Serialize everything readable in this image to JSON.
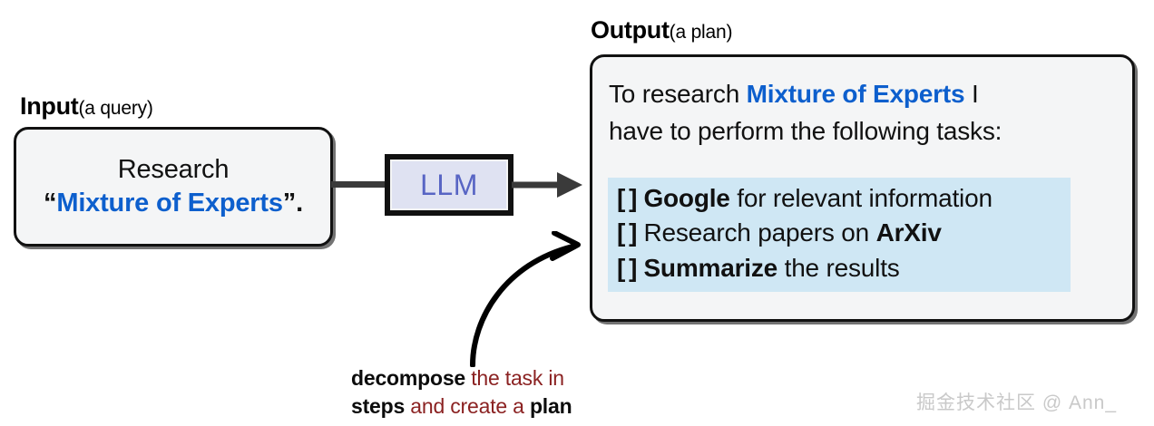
{
  "input": {
    "label_strong": "Input",
    "label_paren": "(a query)",
    "line1": "Research",
    "quote_open": "“",
    "query_term": "Mixture of Experts",
    "quote_close": "”",
    "period": "."
  },
  "llm": {
    "label": "LLM",
    "box_fill": "#dfe2f2",
    "text_color": "#5865c4"
  },
  "output": {
    "label_strong": "Output",
    "label_paren": "(a plan)",
    "intro_before": "To research ",
    "intro_highlight": "Mixture of Experts",
    "intro_after": " I",
    "intro_line2": "have to perform the following tasks:",
    "tasks": [
      {
        "checkbox": "[ ]",
        "bold_first": "Google",
        "rest": " for relevant information",
        "bold_last": ""
      },
      {
        "checkbox": "[ ]",
        "bold_first": "",
        "rest": "Research papers on ",
        "bold_last": "ArXiv"
      },
      {
        "checkbox": "[ ]",
        "bold_first": "Summarize",
        "rest": " the results",
        "bold_last": ""
      }
    ],
    "task_band_color": "#cfe7f4"
  },
  "caption": {
    "line1_bold": "decompose",
    "line1_red": " the task in",
    "line2_bold": "steps",
    "line2_red": " and create a ",
    "line2_bold2": "plan",
    "red_color": "#8b2222"
  },
  "watermark": {
    "text": "掘金技术社区 @ Ann_"
  },
  "icons": {
    "arrow_right": "arrow-right-icon",
    "curved_arrow": "curved-arrow-icon"
  },
  "colors": {
    "accent_blue": "#0d5fcd",
    "card_fill": "#f4f5f6",
    "stroke": "#111111"
  }
}
